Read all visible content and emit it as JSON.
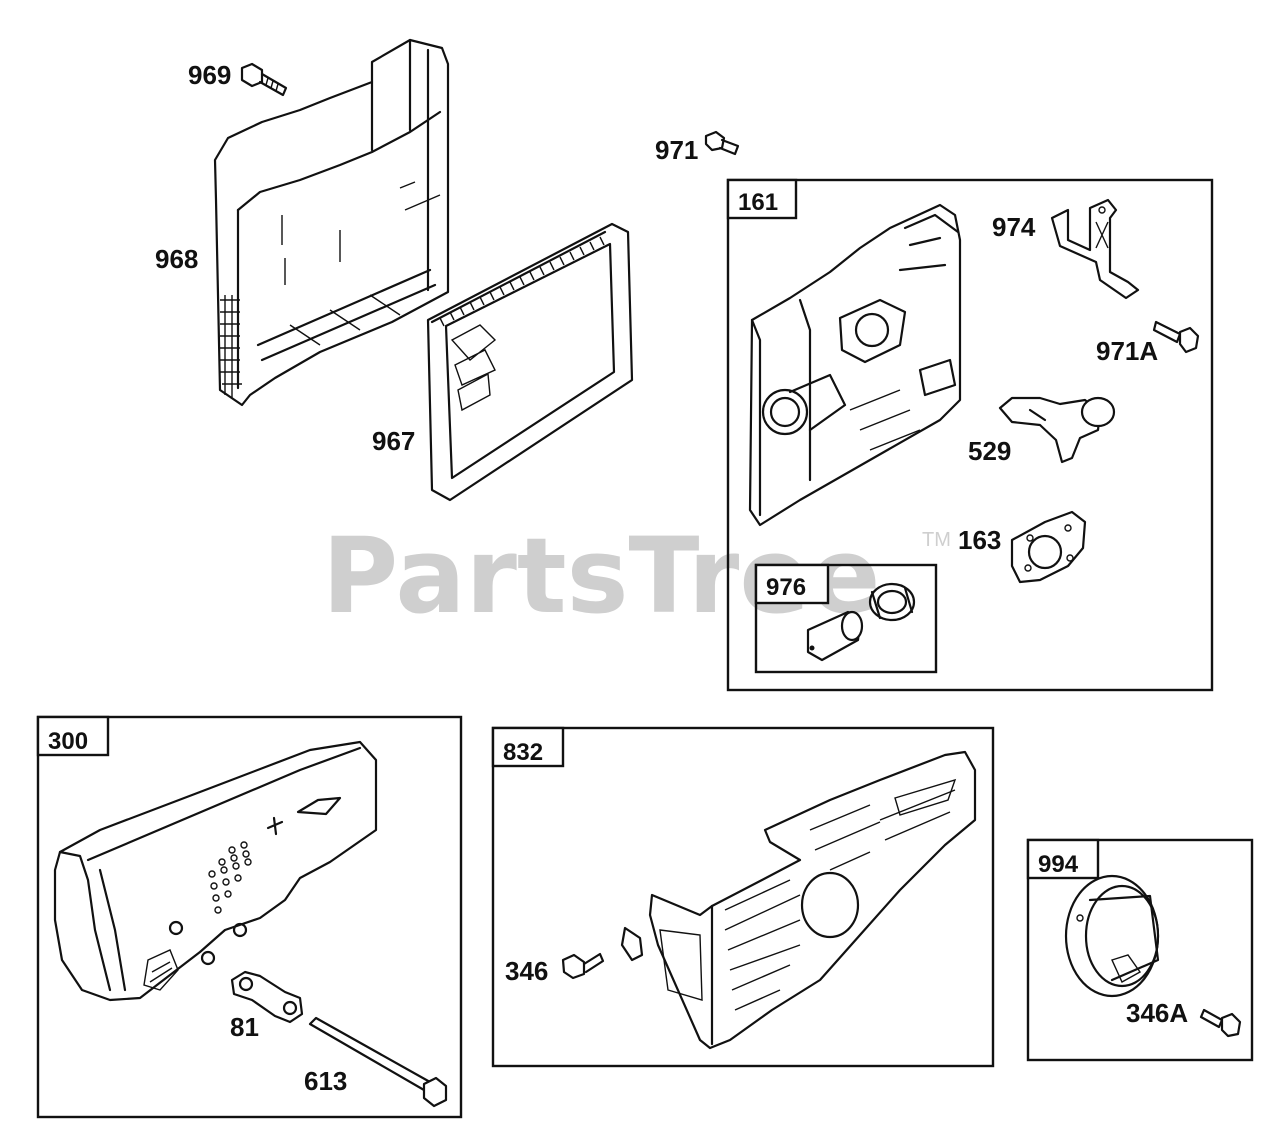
{
  "watermark": {
    "text": "PartsTree",
    "trademark": "TM"
  },
  "labels": {
    "p969": "969",
    "p968": "968",
    "p967": "967",
    "p971": "971",
    "p974": "974",
    "p971a": "971A",
    "p529": "529",
    "p163": "163",
    "p81": "81",
    "p613": "613",
    "p346": "346",
    "p346a": "346A"
  },
  "boxes": {
    "b161": "161",
    "b976": "976",
    "b300": "300",
    "b832": "832",
    "b994": "994"
  }
}
